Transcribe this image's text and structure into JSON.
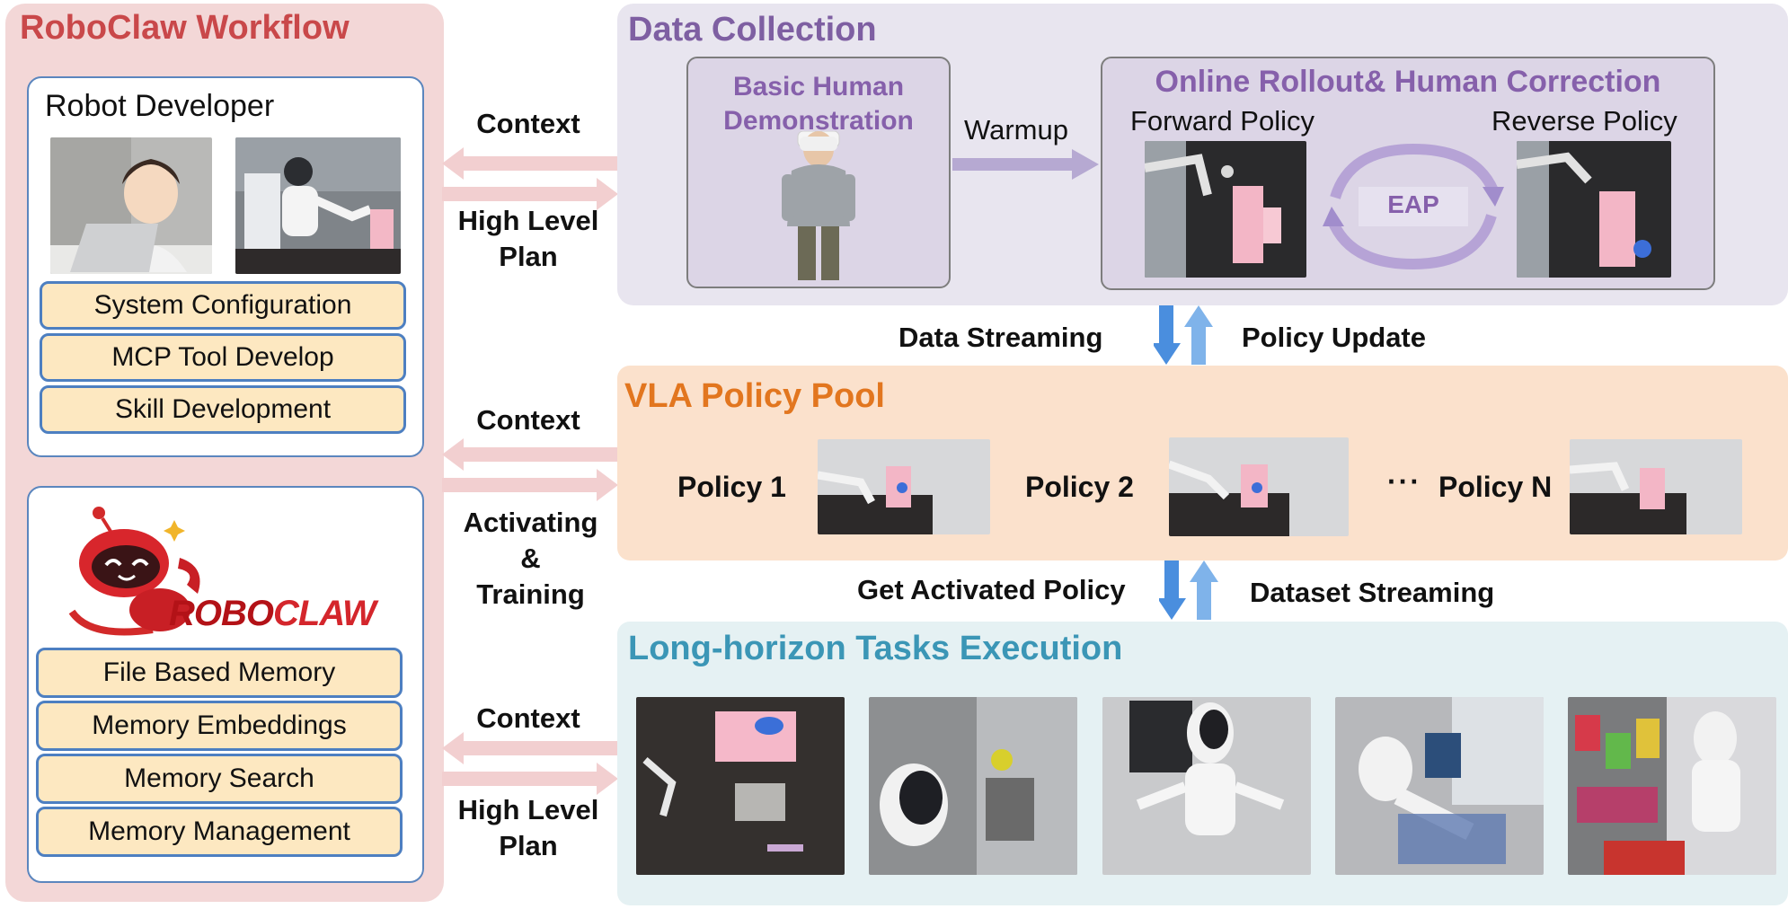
{
  "workflow": {
    "title": "RoboClaw Workflow",
    "developer": {
      "title": "Robot Developer",
      "items": [
        "System Configuration",
        "MCP Tool Develop",
        "Skill Development"
      ]
    },
    "roboclaw": {
      "logo_prefix": "ROBO",
      "logo_suffix": "CLAW",
      "items": [
        "File Based Memory",
        "Memory Embeddings",
        "Memory Search",
        "Memory Management"
      ]
    }
  },
  "links": {
    "top": {
      "context": "Context",
      "plan": "High Level\nPlan"
    },
    "middle": {
      "context": "Context",
      "plan": "Activating\n&\nTraining"
    },
    "bottom": {
      "context": "Context",
      "plan": "High Level\nPlan"
    }
  },
  "collection": {
    "title": "Data Collection",
    "demo_label": "Basic Human\nDemonstration",
    "warmup": "Warmup",
    "rollout_title": "Online Rollout& Human Correction",
    "forward": "Forward Policy",
    "reverse": "Reverse Policy",
    "cycle": "EAP"
  },
  "streams": {
    "data_streaming": "Data Streaming",
    "policy_update": "Policy Update",
    "get_activated": "Get Activated Policy",
    "dataset_streaming": "Dataset Streaming"
  },
  "pool": {
    "title": "VLA Policy Pool",
    "policies": [
      "Policy 1",
      "Policy 2",
      "Policy N"
    ],
    "ellipsis": "···"
  },
  "exec": {
    "title": "Long-horizon Tasks Execution"
  },
  "colors": {
    "workflow_bg": "#f3d7d7",
    "collection_bg": "#e8e5ef",
    "pool_bg": "#fbe1cc",
    "exec_bg": "#e5f1f3",
    "pill_fill": "#fde8c1",
    "pill_border": "#4d7fc1",
    "arrow_pink": "#f2cfd0",
    "arrow_blue": "#4a8ede"
  }
}
